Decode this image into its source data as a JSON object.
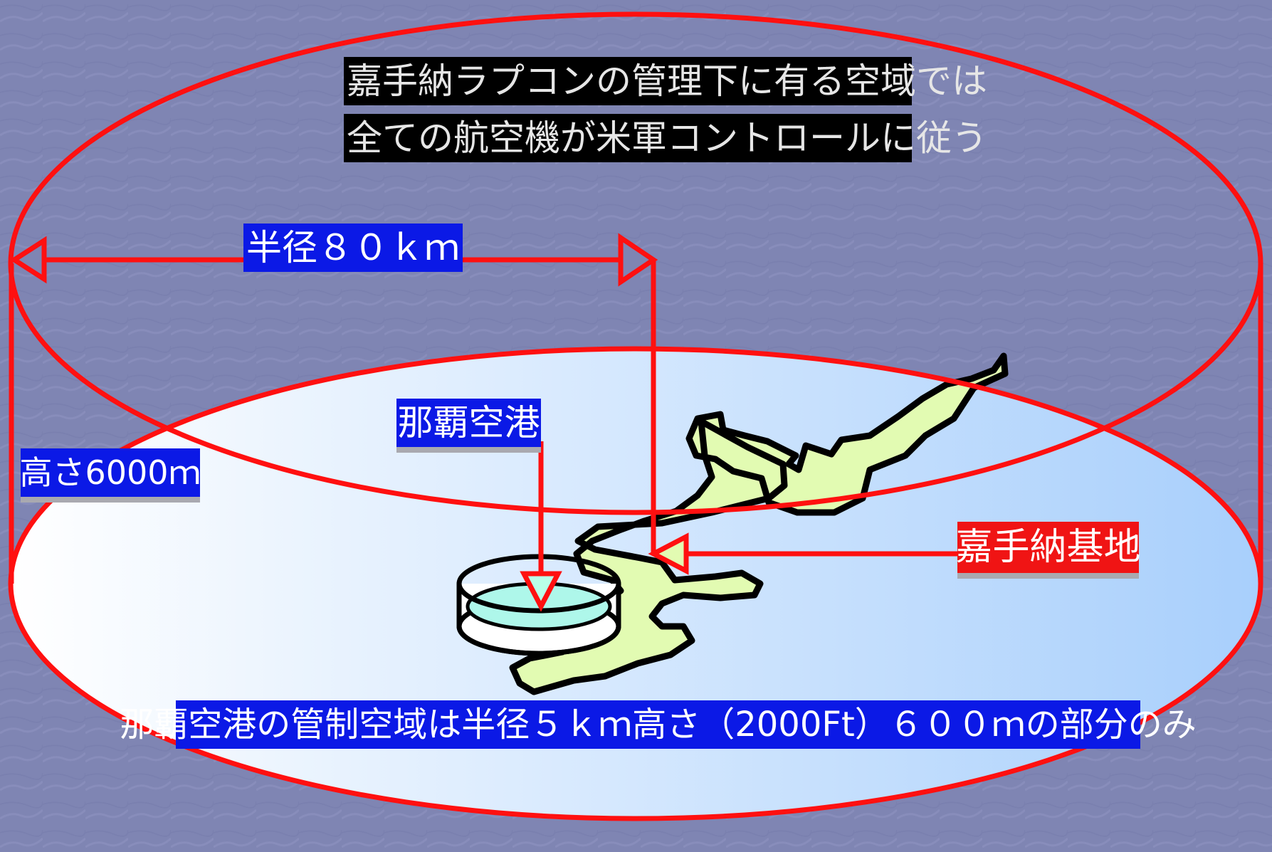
{
  "title_lines": [
    "嘉手納ラプコンの管理下に有る空域では",
    "全ての航空機が米軍コントロールに従う"
  ],
  "labels": {
    "radius": "半径８０ｋｍ",
    "height": "高さ6000ｍ",
    "naha_airport": "那覇空港",
    "kadena_base": "嘉手納基地",
    "naha_control": "那覇空港の管制空域は半径５ｋｍ高さ（2000Ft）６００ｍの部分のみ"
  },
  "colors": {
    "background": "#7f85b3",
    "boundary_red": "#ff1010",
    "label_blue": "#0b19e6",
    "label_red": "#f01414",
    "island_green": "#e2fbb2",
    "airport_cyan": "#aef7ea",
    "disk_light": "#ffffff",
    "disk_blue": "#a8cffc"
  }
}
